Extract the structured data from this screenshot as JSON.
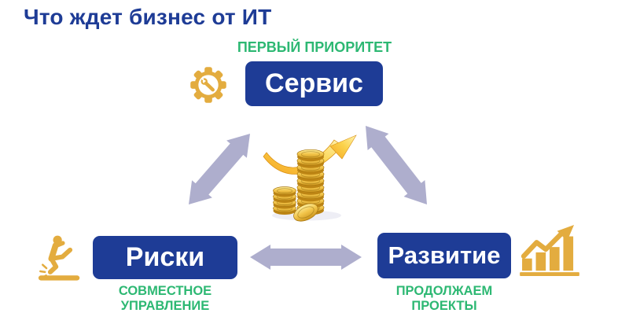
{
  "slide": {
    "title": "Что ждет бизнес от ИТ"
  },
  "nodes": {
    "service": {
      "label": "Сервис",
      "annotation": "ПЕРВЫЙ ПРИОРИТЕТ",
      "icon": "gear-wrench-icon"
    },
    "risks": {
      "label": "Риски",
      "annotation": "СОВМЕСТНОЕ\nУПРАВЛЕНИЕ",
      "icon": "slipping-person-icon"
    },
    "development": {
      "label": "Развитие",
      "annotation": "ПРОДОЛЖАЕМ\nПРОЕКТЫ",
      "icon": "growth-bar-chart-icon"
    }
  },
  "center_image": "rising-gold-coins-with-arrow",
  "connectors": [
    {
      "from": "service",
      "to": "risks",
      "type": "double-arrow"
    },
    {
      "from": "service",
      "to": "development",
      "type": "double-arrow"
    },
    {
      "from": "risks",
      "to": "development",
      "type": "double-arrow"
    }
  ],
  "colors": {
    "blue": "#1e3c96",
    "green": "#2db873",
    "gold": "#e3ac3f",
    "arrow": "#aeaecd",
    "label": "#ffffff"
  }
}
